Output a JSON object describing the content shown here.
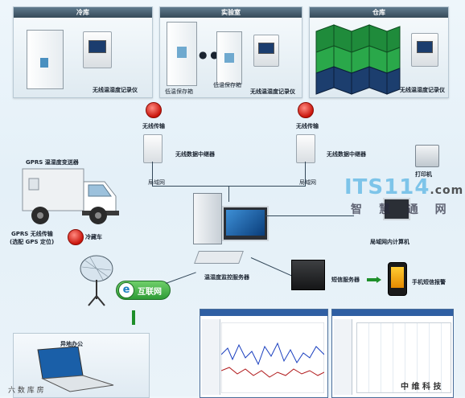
{
  "panels": {
    "cold_storage": {
      "title": "冷库",
      "logger_label": "无线温湿度记录仪"
    },
    "lab": {
      "title": "实验室",
      "box1_label": "低温保存箱",
      "box2_label": "低温保存箱",
      "logger_label": "无线温湿度记录仪"
    },
    "warehouse": {
      "title": "仓库",
      "logger_label": "无线温湿度记录仪"
    }
  },
  "wireless": {
    "left_tx": "无线传输",
    "right_tx": "无线传输",
    "left_repeater": "无线数据中继器",
    "right_repeater": "无线数据中继器",
    "left_lan": "局域网",
    "right_lan": "局域网"
  },
  "truck": {
    "gprs_transmitter": "GPRS 温湿度变送器",
    "truck_label": "冷藏车",
    "gprs_tx_line1": "GPRS 无线传输",
    "gprs_tx_line2": "(选配 GPS 定位)"
  },
  "internet_label": "互联网",
  "server_label": "温湿度监控服务器",
  "sms_server_label": "短信服务器",
  "phone_label": "手机短信报警",
  "printer_label": "打印机",
  "lan_computer_label": "局域网内计算机",
  "remote_office_label": "异地办公",
  "watermark": {
    "brand": "ITS114",
    "domain": ".com",
    "cn": "智 慧 通 网"
  },
  "footer_left": "六 数 库 房",
  "footer_right": "中 维 科 技"
}
